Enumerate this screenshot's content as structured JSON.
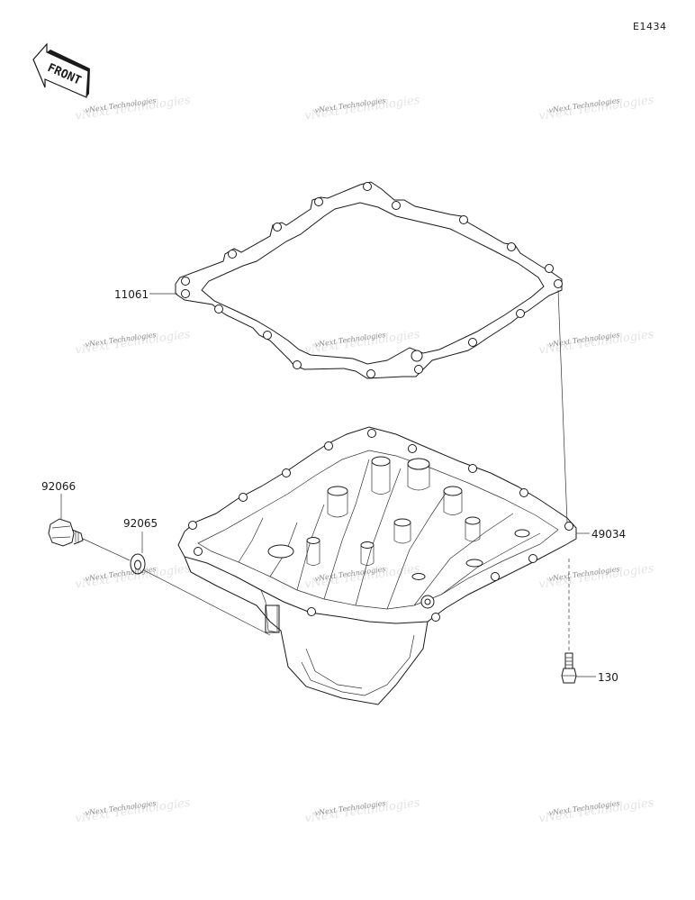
{
  "diagram_code": "E1434",
  "front_badge": "FRONT",
  "watermark": {
    "text": "vNext Technologies"
  },
  "parts": [
    {
      "id": "gasket",
      "number": "11061"
    },
    {
      "id": "oil-pan",
      "number": "49034"
    },
    {
      "id": "drain-plug",
      "number": "92066"
    },
    {
      "id": "washer",
      "number": "92065"
    },
    {
      "id": "bolt",
      "number": "130"
    }
  ],
  "colors": {
    "line": "#1a1a1a",
    "watermark": "#8a8a8a",
    "background": "#ffffff"
  }
}
